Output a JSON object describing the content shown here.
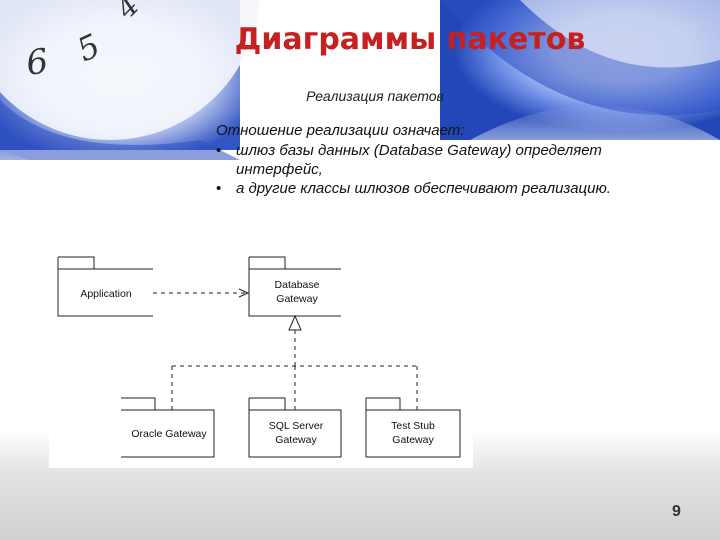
{
  "slide": {
    "title": "Диаграммы пакетов",
    "subtitle": "Реализация пакетов",
    "lead": "Отношение реализации означает:",
    "bullets": [
      "шлюз базы данных (Database Gateway) определяет интерфейс,",
      "а другие классы шлюзов обеспечивают реализацию."
    ],
    "bullet_symbol": "•",
    "page_number": "9"
  },
  "diagram": {
    "packages": {
      "application": "Application",
      "database_gateway": [
        "Database",
        "Gateway"
      ],
      "oracle_gateway": "Oracle Gateway",
      "sql_server_gateway": [
        "SQL Server",
        "Gateway"
      ],
      "test_stub_gateway": [
        "Test Stub",
        "Gateway"
      ]
    },
    "relations": [
      {
        "from": "Application",
        "to": "Database Gateway",
        "type": "dependency"
      },
      {
        "from": "Oracle Gateway",
        "to": "Database Gateway",
        "type": "realization"
      },
      {
        "from": "SQL Server Gateway",
        "to": "Database Gateway",
        "type": "realization"
      },
      {
        "from": "Test Stub Gateway",
        "to": "Database Gateway",
        "type": "realization"
      }
    ]
  },
  "colors": {
    "title": "#c62020",
    "accent_blue": "#1f3fa8",
    "line": "#222222"
  }
}
